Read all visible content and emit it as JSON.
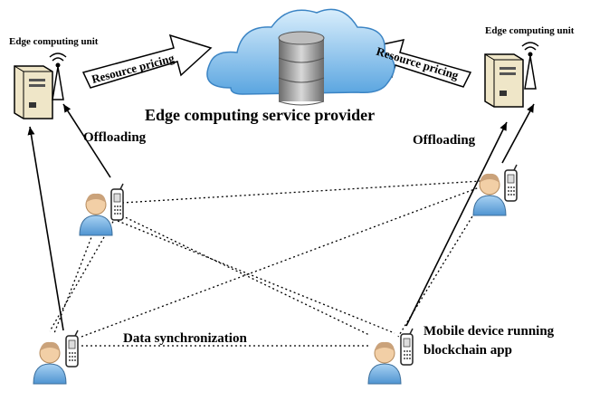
{
  "labels": {
    "edge_unit_left": "Edge computing unit",
    "edge_unit_right": "Edge computing unit",
    "resource_pricing_left": "Resource pricing",
    "resource_pricing_right": "Resource pricing",
    "provider": "Edge computing service provider",
    "offloading_left": "Offloading",
    "offloading_right": "Offloading",
    "data_sync": "Data synchronization",
    "mobile_device": "Mobile device running blockchain app"
  },
  "colors": {
    "cloud": "#5aa5e0",
    "cloud_light": "#cfe8fb",
    "database": "#8a8a8a",
    "server_body": "#efe6c8",
    "person_shirt": "#7fb7e6",
    "person_skin": "#f2cfa6",
    "phone": "#555555",
    "line": "#000000"
  },
  "icons": [
    "cloud-icon",
    "database-icon",
    "edge-server-icon",
    "antenna-icon",
    "person-icon",
    "phone-icon"
  ]
}
